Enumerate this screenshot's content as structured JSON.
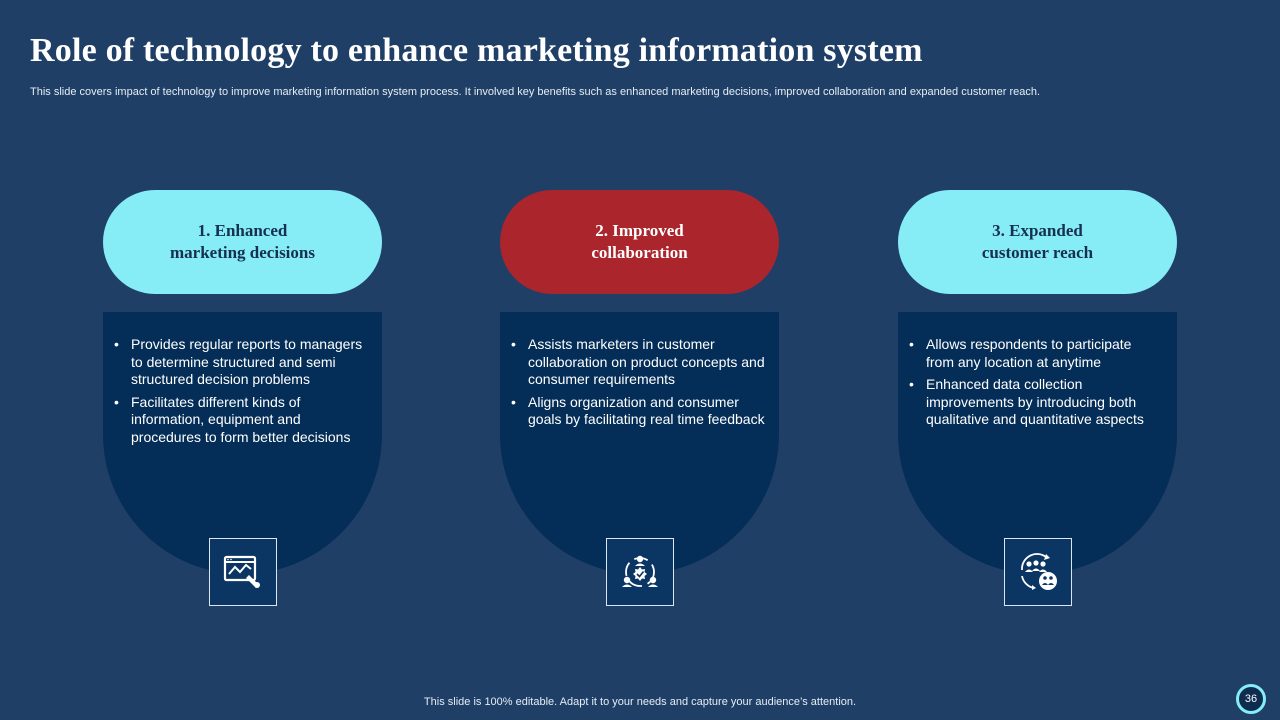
{
  "slide": {
    "title": "Role of technology to enhance marketing information system",
    "subtitle": "This slide covers impact of technology to improve marketing information system process. It involved key benefits such as enhanced marketing decisions, improved collaboration and expanded customer reach.",
    "footer": "This slide is 100% editable. Adapt it to your needs and capture your audience’s attention.",
    "page_number": "36"
  },
  "cards": [
    {
      "heading_line1": "1. Enhanced",
      "heading_line2": "marketing decisions",
      "pill_color": "#86ecf5",
      "icon": "analytics-monitor-icon",
      "bullets": [
        "Provides regular reports to managers to determine structured and semi structured decision problems",
        "Facilitates different kinds of information, equipment and procedures to form better decisions"
      ]
    },
    {
      "heading_line1": "2. Improved",
      "heading_line2": "collaboration",
      "pill_color": "#ab262c",
      "icon": "team-collaboration-icon",
      "bullets": [
        "Assists marketers in customer collaboration on product concepts and consumer requirements",
        "Aligns organization and consumer goals by facilitating real time feedback"
      ]
    },
    {
      "heading_line1": "3. Expanded",
      "heading_line2": "customer reach",
      "pill_color": "#86ecf5",
      "icon": "customer-network-icon",
      "bullets": [
        "Allows respondents to participate from any location at anytime",
        "Enhanced data collection improvements by introducing both qualitative and quantitative aspects"
      ]
    }
  ],
  "colors": {
    "background": "#1f3f66",
    "card_body": "#042e58",
    "accent_light": "#86ecf5",
    "accent_red": "#ab262c"
  }
}
